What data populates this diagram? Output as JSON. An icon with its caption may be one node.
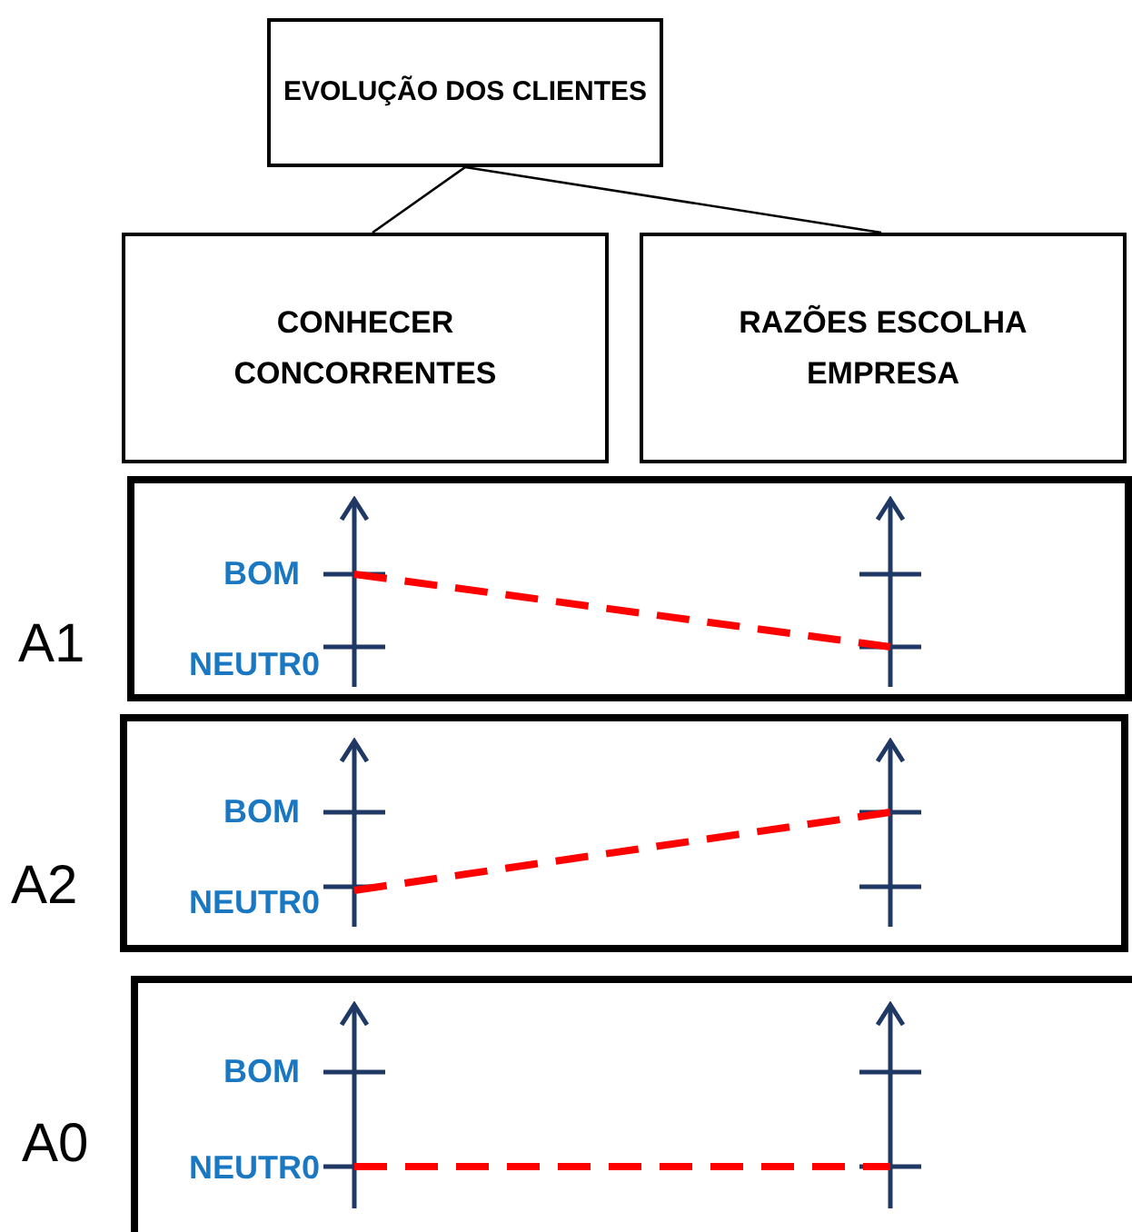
{
  "diagram": {
    "nodes": [
      {
        "text": [
          "EVOLUÇÃO DOS CLIENTES"
        ]
      },
      {
        "text": [
          "CONHECER CONCORRENTES"
        ]
      },
      {
        "text": [
          "RAZÕES ESCOLHA EMPRESA"
        ]
      },
      {
        "text": [],
        "shape": "box",
        "beside": [
          "A1"
        ]
      },
      {
        "text": [],
        "shape": "box",
        "beside": [
          "A2"
        ]
      },
      {
        "text": [],
        "shape": "box",
        "beside": [
          "A0"
        ]
      }
    ],
    "edges": [
      {
        "from": 0,
        "to": 1,
        "arrow": "none"
      },
      {
        "from": 0,
        "to": 2,
        "arrow": "none"
      }
    ],
    "labels": [
      "BOM",
      "NEUTR0",
      "BOM",
      "NEUTR0",
      "BOM",
      "NEUTR0"
    ]
  }
}
